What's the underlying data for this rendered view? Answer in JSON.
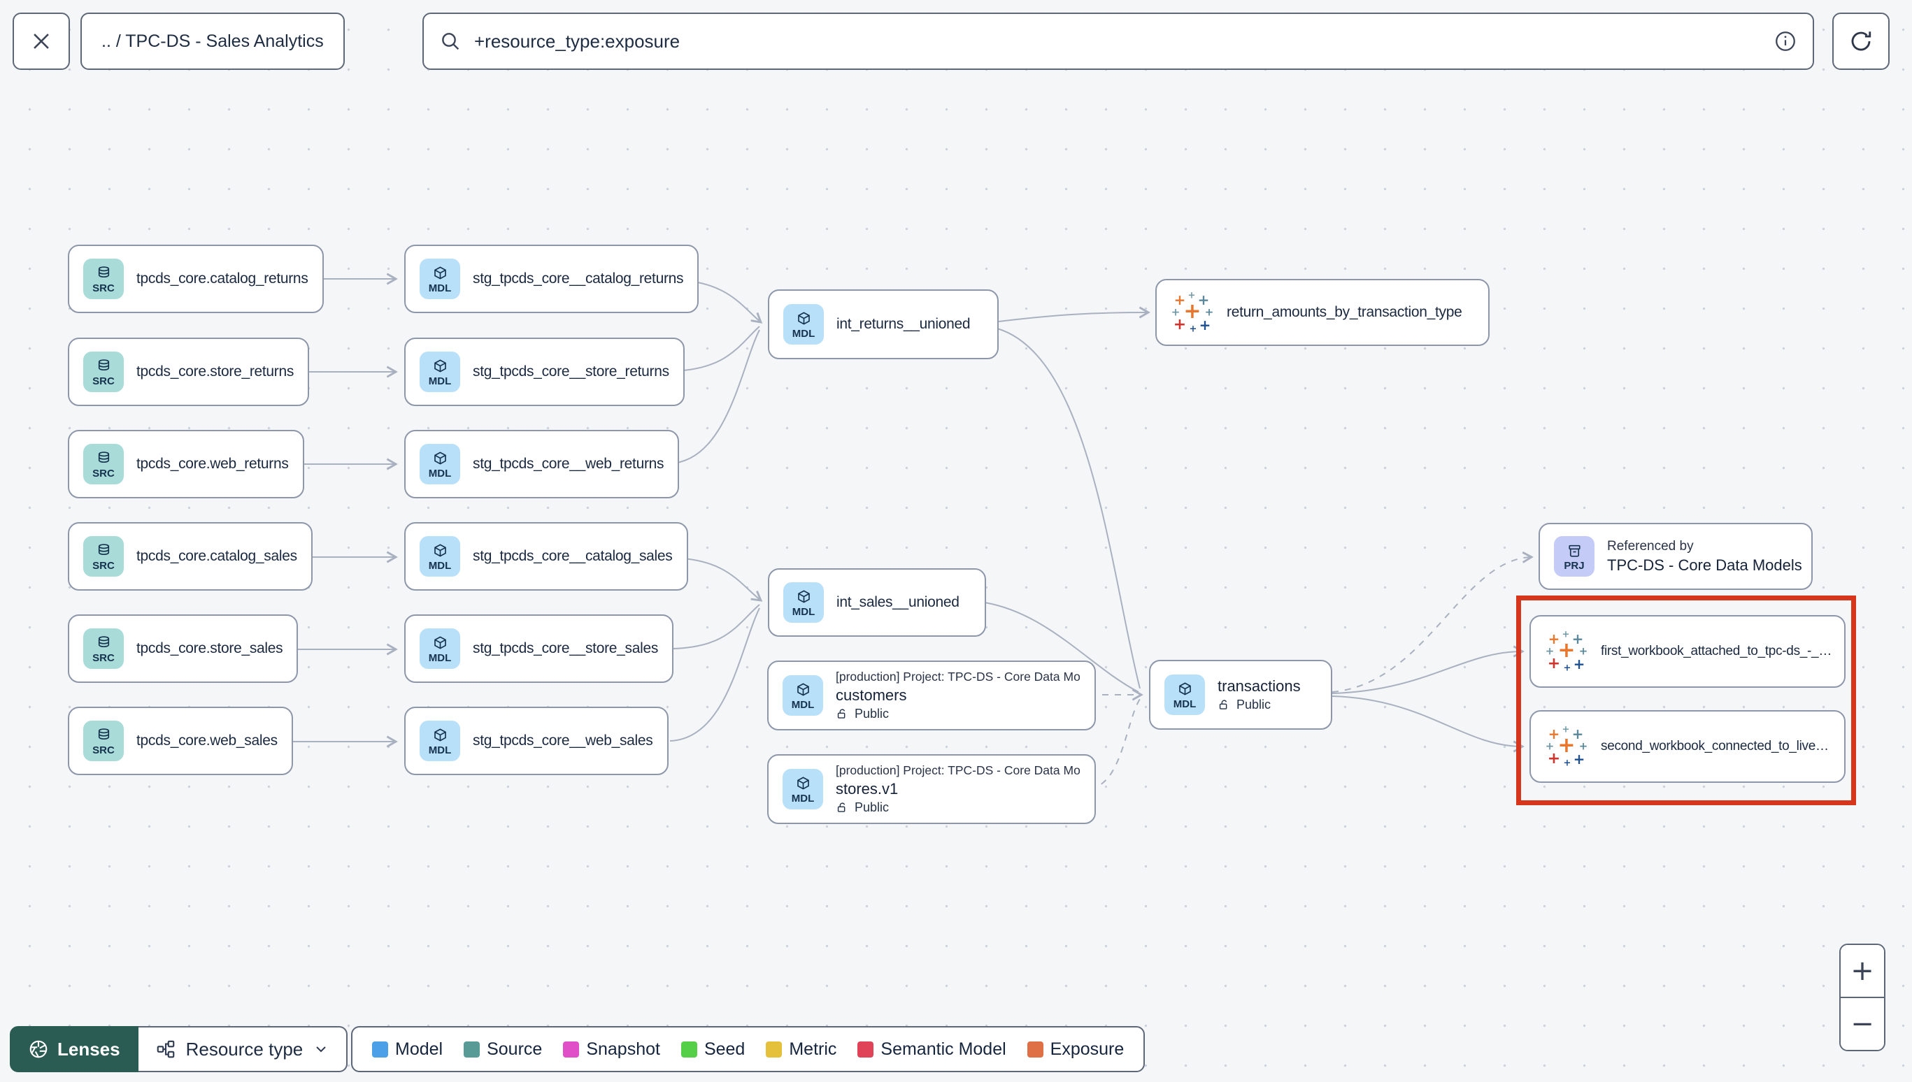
{
  "header": {
    "breadcrumb": ".. / TPC-DS - Sales Analytics",
    "search_value": "+resource_type:exposure"
  },
  "badges": {
    "source": "SRC",
    "model": "MDL",
    "project": "PRJ"
  },
  "graph": {
    "sources": [
      "tpcds_core.catalog_returns",
      "tpcds_core.store_returns",
      "tpcds_core.web_returns",
      "tpcds_core.catalog_sales",
      "tpcds_core.store_sales",
      "tpcds_core.web_sales"
    ],
    "staging": [
      "stg_tpcds_core__catalog_returns",
      "stg_tpcds_core__store_returns",
      "stg_tpcds_core__web_returns",
      "stg_tpcds_core__catalog_sales",
      "stg_tpcds_core__store_sales",
      "stg_tpcds_core__web_sales"
    ],
    "int_returns": "int_returns__unioned",
    "int_sales": "int_sales__unioned",
    "customers": {
      "project_line": "[production] Project: TPC-DS - Core Data Mo…",
      "name": "customers",
      "visibility": "Public"
    },
    "stores": {
      "project_line": "[production] Project: TPC-DS - Core Data Mo…",
      "name": "stores.v1",
      "visibility": "Public"
    },
    "transactions": {
      "name": "transactions",
      "visibility": "Public"
    },
    "exposures": {
      "return_amounts": "return_amounts_by_transaction_type",
      "first_workbook": "first_workbook_attached_to_tpc-ds_-_…",
      "second_workbook": "second_workbook_connected_to_live…"
    },
    "referenced_by": {
      "title": "Referenced by",
      "project": "TPC-DS - Core Data Models"
    }
  },
  "footer": {
    "lenses_label": "Lenses",
    "resource_type_label": "Resource type",
    "legend": [
      {
        "label": "Model",
        "color": "#4ba0e8"
      },
      {
        "label": "Source",
        "color": "#579a96"
      },
      {
        "label": "Snapshot",
        "color": "#e14fc8"
      },
      {
        "label": "Seed",
        "color": "#55cf48"
      },
      {
        "label": "Metric",
        "color": "#e5c03b"
      },
      {
        "label": "Semantic Model",
        "color": "#e04358"
      },
      {
        "label": "Exposure",
        "color": "#df7046"
      }
    ]
  },
  "zoom_controls": {
    "zoom_in": "+",
    "zoom_out": "−"
  }
}
